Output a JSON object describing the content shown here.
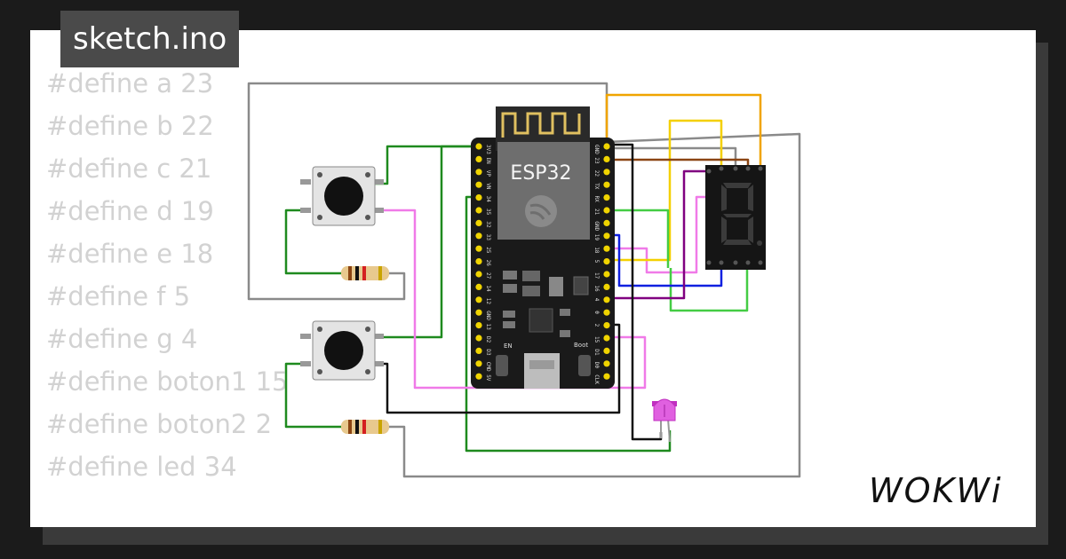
{
  "file_tab": {
    "label": "sketch.ino"
  },
  "code_lines": [
    "#define a 23",
    "#define b 22",
    "#define c 21",
    "#define d 19",
    "#define e 18",
    "#define f 5",
    "#define g 4",
    "#define boton1 15",
    "#define boton2 2",
    "#define led 34"
  ],
  "board": {
    "name": "ESP32",
    "left_pins": [
      "3V3",
      "EN",
      "VP",
      "VN",
      "34",
      "35",
      "32",
      "33",
      "25",
      "26",
      "27",
      "14",
      "12",
      "GND",
      "13",
      "D2",
      "D3",
      "CMD",
      "5V"
    ],
    "right_pins": [
      "GND",
      "23",
      "22",
      "TX",
      "RX",
      "21",
      "GND",
      "19",
      "18",
      "5",
      "17",
      "16",
      "4",
      "0",
      "2",
      "15",
      "D1",
      "D0",
      "CLK"
    ],
    "button_labels": {
      "en": "EN",
      "boot": "Boot"
    }
  },
  "brand": {
    "name": "WOKWi"
  },
  "colors": {
    "background": "#1b1b1b",
    "card": "#ffffff",
    "tab": "#4a4a4a",
    "code_text": "#d2d2d2",
    "board": "#1a1a1a",
    "pin": "#f0d400",
    "wire_gray": "#8a8a8a",
    "wire_green": "#1e8a1e",
    "wire_pink": "#f07ae8",
    "wire_orange": "#f0a400",
    "wire_yellow": "#f4d000",
    "wire_brown": "#8b4513",
    "wire_blue": "#1020e0",
    "wire_purple": "#800080",
    "wire_lime": "#44cc44",
    "wire_black": "#111111",
    "led": "#d040d0"
  },
  "icons": [
    "wifi-antenna-icon",
    "espressif-logo-icon",
    "push-button-icon",
    "resistor-icon",
    "led-icon",
    "seven-segment-display-icon"
  ]
}
